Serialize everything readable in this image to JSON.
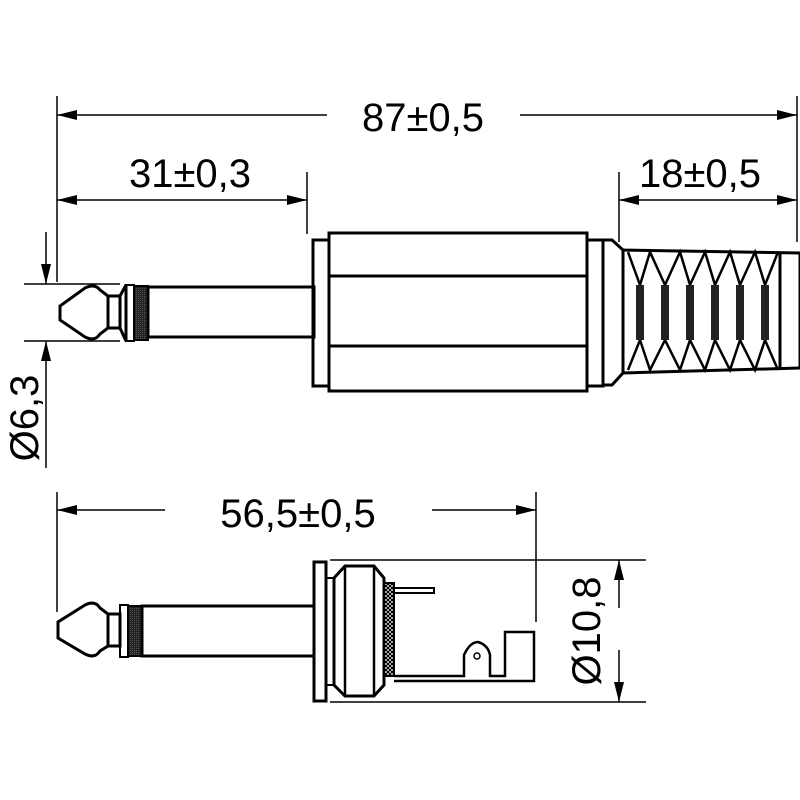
{
  "drawing": {
    "subject": "6.3 mm mono jack plug",
    "views": [
      "side-view-assembled",
      "side-view-open"
    ]
  },
  "dimensions": {
    "overall_length": "87±0,5",
    "tip_to_housing": "31±0,3",
    "strain_relief_length": "18±0,5",
    "plug_diameter": "Ø6,3",
    "open_length": "56,5±0,5",
    "body_diameter": "Ø10,8"
  },
  "colors": {
    "line": "#000000",
    "background": "#ffffff"
  }
}
